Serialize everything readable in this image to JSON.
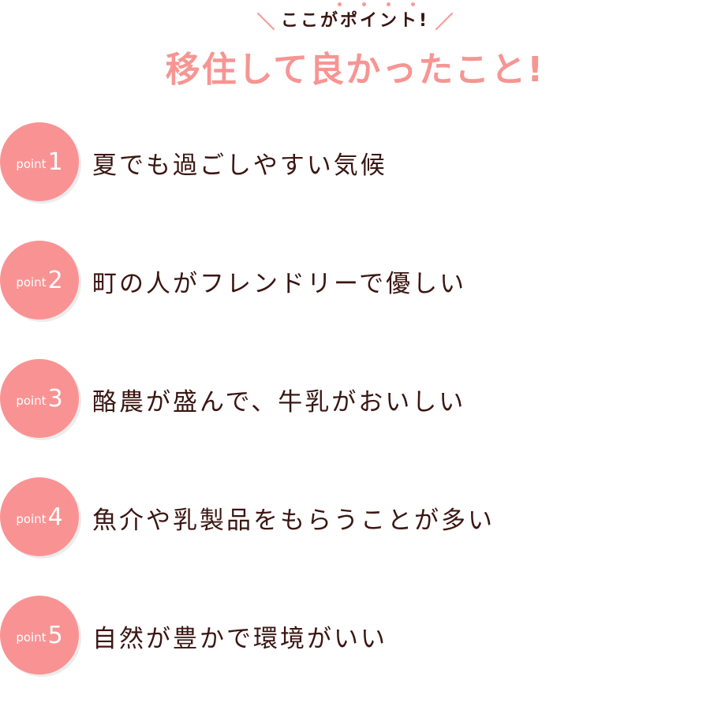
{
  "header": {
    "eyebrow": "ここがポイント!",
    "title": "移住して良かったこと!"
  },
  "colors": {
    "accent": "#f99393",
    "text": "#3a1612"
  },
  "points": [
    {
      "label": "point",
      "number": "1",
      "text": "夏でも過ごしやすい気候"
    },
    {
      "label": "point",
      "number": "2",
      "text": "町の人がフレンドリーで優しい"
    },
    {
      "label": "point",
      "number": "3",
      "text": "酪農が盛んで、牛乳がおいしい"
    },
    {
      "label": "point",
      "number": "4",
      "text": "魚介や乳製品をもらうことが多い"
    },
    {
      "label": "point",
      "number": "5",
      "text": "自然が豊かで環境がいい"
    }
  ]
}
